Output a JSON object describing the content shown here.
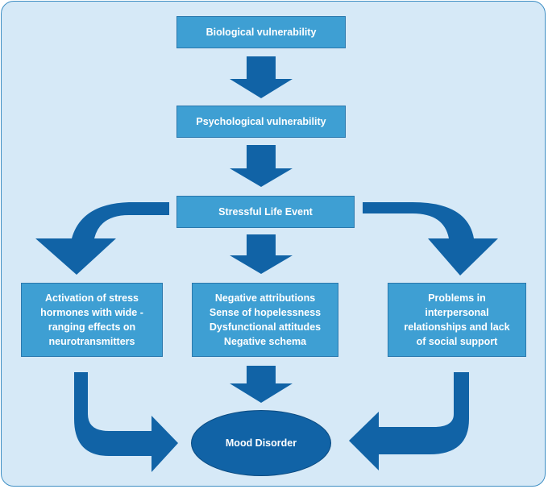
{
  "nodes": {
    "biological": "Biological vulnerability",
    "psychological": "Psychological vulnerability",
    "stressful_event": "Stressful Life Event",
    "stress_hormones": [
      "Activation of stress",
      "hormones with wide -",
      "ranging effects on",
      "neurotransmitters"
    ],
    "cognitive": [
      "Negative attributions",
      "Sense of hopelessness",
      "Dysfunctional attitudes",
      "Negative schema"
    ],
    "interpersonal": [
      "Problems in",
      "interpersonal",
      "relationships and lack",
      "of social support"
    ],
    "mood_disorder": "Mood Disorder"
  },
  "colors": {
    "background": "#d6e9f7",
    "box_fill": "#3e9fd3",
    "arrow_fill": "#1163a6",
    "ellipse_fill": "#1163a6"
  }
}
